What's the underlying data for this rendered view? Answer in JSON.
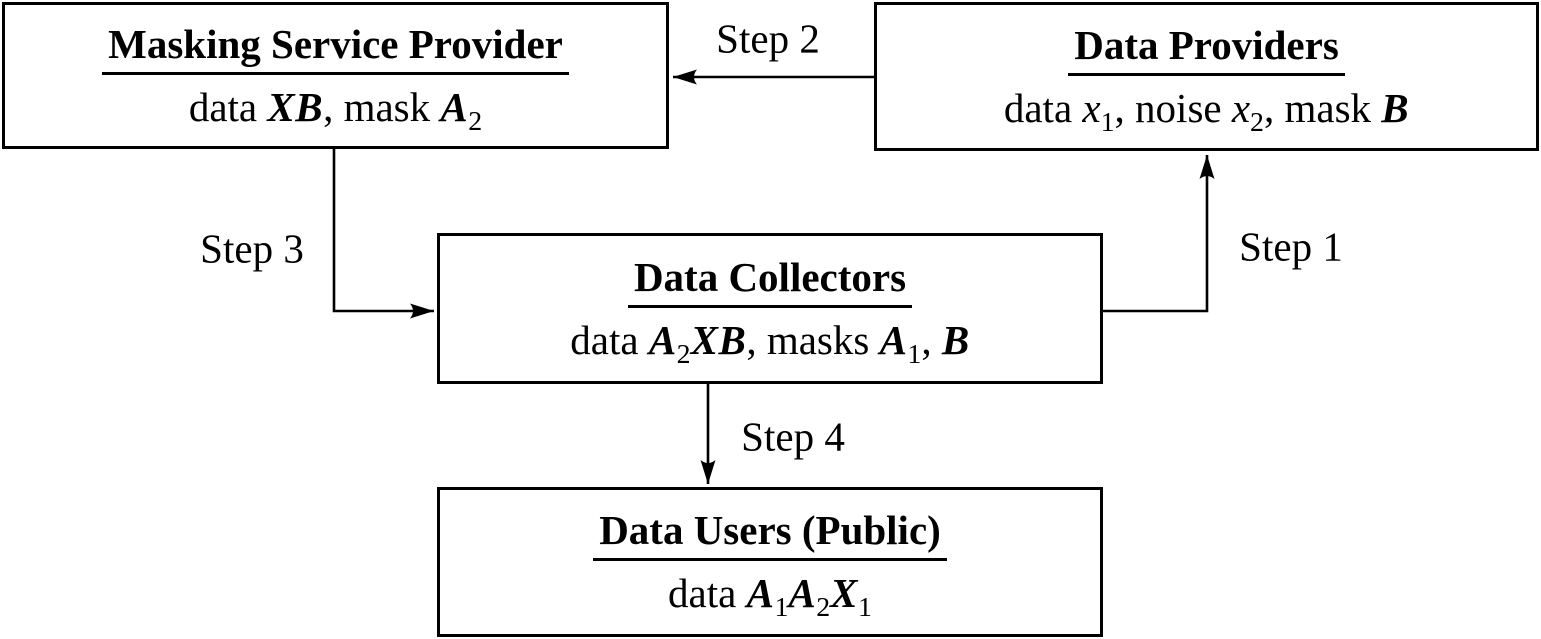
{
  "colors": {
    "line": "#000000",
    "text": "#000000",
    "background": "#ffffff"
  },
  "boxes": {
    "masking_service_provider": {
      "title": "Masking Service Provider",
      "body": {
        "t1": "data ",
        "m1": "XB",
        "t2": ", mask ",
        "m2": "A",
        "s2": "2"
      }
    },
    "data_providers": {
      "title": "Data Providers",
      "body": {
        "t1": "data ",
        "m1": "x",
        "s1": "1",
        "t2": ", noise ",
        "m2": "x",
        "s2": "2",
        "t3": ", mask ",
        "m3": "B"
      }
    },
    "data_collectors": {
      "title": "Data Collectors",
      "body": {
        "t1": "data ",
        "m1": "A",
        "s1": "2",
        "m2": "XB",
        "t2": ", masks ",
        "m3": "A",
        "s3": "1",
        "t3": ", ",
        "m4": "B"
      }
    },
    "data_users": {
      "title": "Data Users (Public)",
      "body": {
        "t1": "data ",
        "m1": "A",
        "s1": "1",
        "m2": "A",
        "s2": "2",
        "m3": "X",
        "s3": "1"
      }
    }
  },
  "labels": {
    "step1": "Step 1",
    "step2": "Step 2",
    "step3": "Step 3",
    "step4": "Step 4"
  }
}
